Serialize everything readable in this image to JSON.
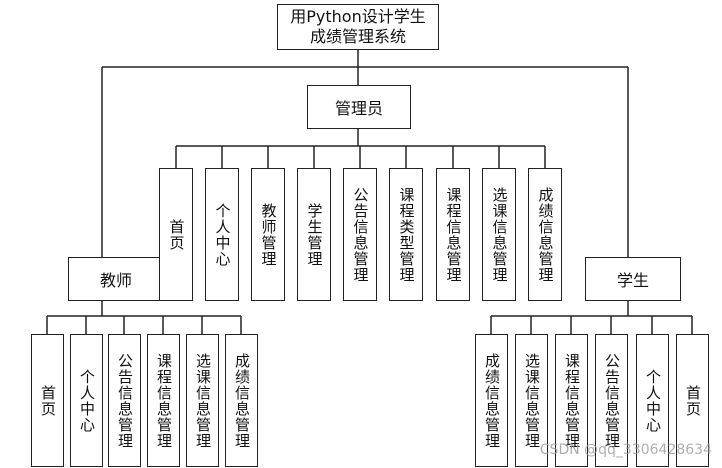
{
  "root": {
    "line1": "用Python设计学生",
    "line2": "成绩管理系统"
  },
  "admin": {
    "label": "管理员",
    "children": [
      "首页",
      "个人中心",
      "教师管理",
      "学生管理",
      "公告信息管理",
      "课程类型管理",
      "课程信息管理",
      "选课信息管理",
      "成绩信息管理"
    ]
  },
  "teacher": {
    "label": "教师",
    "children": [
      "首页",
      "个人中心",
      "公告信息管理",
      "课程信息管理",
      "选课信息管理",
      "成绩信息管理"
    ]
  },
  "student": {
    "label": "学生",
    "children": [
      "成绩信息管理",
      "选课信息管理",
      "课程信息管理",
      "公告信息管理",
      "个人中心",
      "首页"
    ]
  },
  "watermark": "CSDN @qq_3306428634"
}
